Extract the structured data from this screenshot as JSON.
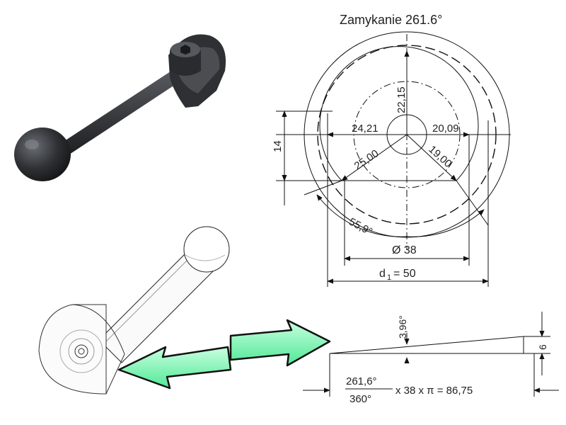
{
  "title": "Zamykanie 261.6°",
  "labels": {
    "h_top": "22,15",
    "w_left": "24,21",
    "w_right": "20,09",
    "r_left": "25,00",
    "r_right": "19,00",
    "height_left": "14",
    "angle": "55,9°",
    "dia": "Ø 38",
    "d1_sym": "d",
    "d1_sub": "1",
    "d1_val": "= 50",
    "rise": "3,96°",
    "ramp_h": "6",
    "frac_num": "261,6°",
    "frac_den": "360°",
    "formula_rest": "x 38 x π = 86,75"
  },
  "colors": {
    "arrow_fill": "#5cf0a0",
    "arrow_fill_light": "#b8ffd6",
    "handle_dark": "#2e3033",
    "handle_mid": "#4a4d52"
  },
  "icons": {
    "arrow": "double-headed-arrow",
    "part_render": "clamping-lever-3d",
    "part_sketch": "clamping-lever-outline"
  }
}
